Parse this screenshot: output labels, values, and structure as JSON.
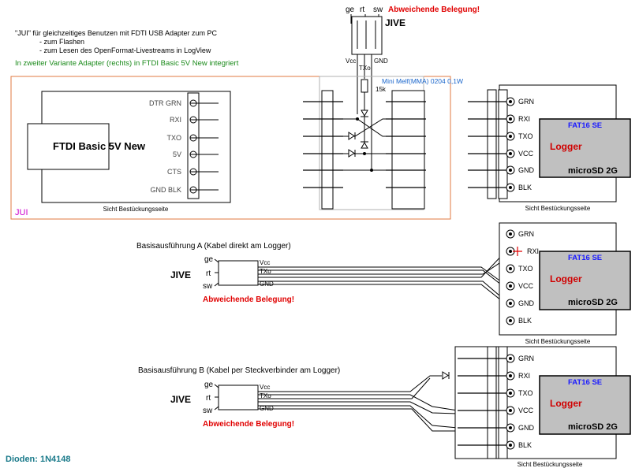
{
  "top_connector": {
    "pins": [
      "ge",
      "rt",
      "sw"
    ],
    "warning": "Abweichende Belegung!",
    "title": "JIVE",
    "signals": {
      "vcc": "Vcc",
      "txo": "TXo",
      "gnd": "GND"
    }
  },
  "intro": {
    "line1": "\"JUI\" für gleichzeitiges Benutzen mit FDTI USB Adapter zum PC",
    "line2": "- zum Flashen",
    "line3": "- zum Lesen des OpenFormat-Livestreams in LogView",
    "line4": "In zweiter Variante Adapter (rechts) in FTDI Basic 5V New integriert"
  },
  "jui_box": {
    "label": "JUI",
    "ftdi_label": "FTDI Basic 5V New",
    "ftdi_pins": [
      "DTR GRN",
      "RXI",
      "TXO",
      "5V",
      "CTS",
      "GND BLK"
    ],
    "ftdi_caption": "Sicht Bestückungsseite",
    "resistor_note": "Mini Melf(MMA) 0204 0,1W",
    "resistor_value": "15k"
  },
  "logger_pins": [
    "GRN",
    "RXI",
    "TXO",
    "VCC",
    "GND",
    "BLK"
  ],
  "logger": {
    "fat_label": "FAT16 SE",
    "logger_label": "Logger",
    "sd_label": "microSD 2G",
    "caption": "Sicht Bestückungsseite"
  },
  "variant_a": {
    "title": "Basisausführung A (Kabel direkt am Logger)",
    "wires": [
      "ge",
      "rt",
      "sw"
    ],
    "jive_label": "JIVE",
    "signals": [
      "Vcc",
      "TXo",
      "GND"
    ],
    "warning": "Abweichende Belegung!"
  },
  "variant_b": {
    "title": "Basisausführung B (Kabel per Steckverbinder am Logger)",
    "wires": [
      "ge",
      "rt",
      "sw"
    ],
    "jive_label": "JIVE",
    "signals": [
      "Vcc",
      "TXo",
      "GND"
    ],
    "warning": "Abweichende Belegung!"
  },
  "footer": {
    "diodes": "Dioden: 1N4148"
  },
  "colors": {
    "jui_border": "#e07a40",
    "adapter_border": "#b0b0b0",
    "sd_fill": "#c0c0c0",
    "warning": "#e00000",
    "fat_text": "#1a1aff",
    "teal": "#1a7a8a",
    "green": "#1a8a1a",
    "magenta": "#cc00cc"
  }
}
